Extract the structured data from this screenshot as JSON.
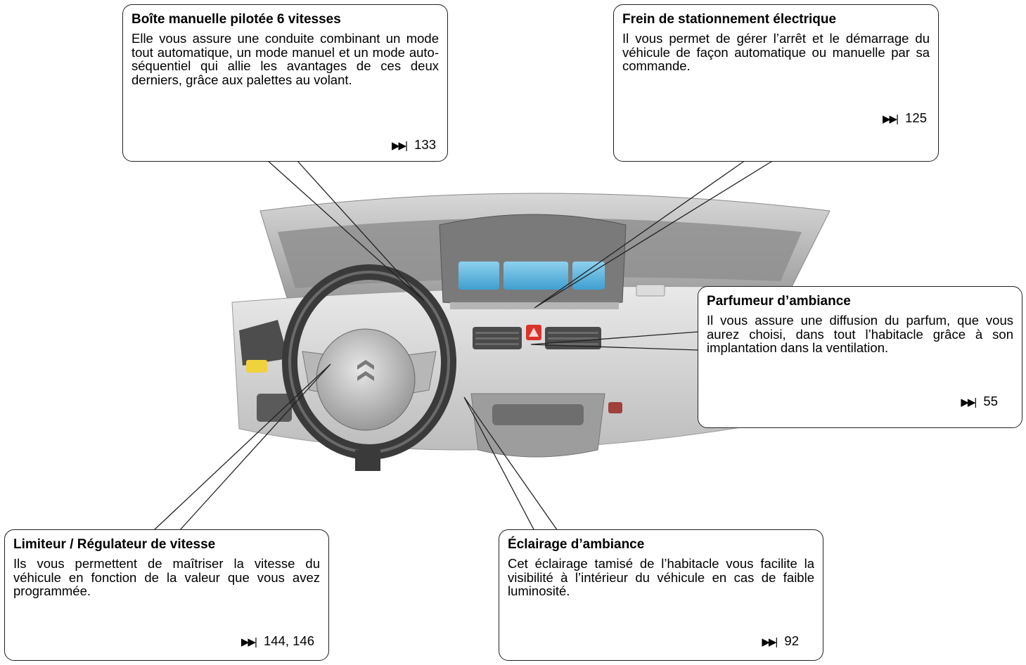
{
  "callouts": {
    "gearbox": {
      "title": "Boîte manuelle pilotée 6 vitesses",
      "text": "Elle vous assure une conduite combinant un mode tout automatique, un mode manuel et un mode auto-séquentiel qui allie les avantages de ces deux derniers, grâce aux palettes au volant.",
      "page": "133"
    },
    "parking_brake": {
      "title": "Frein de stationnement électrique",
      "text": "Il vous permet de gérer l’arrêt et le démarrage du véhicule de façon automatique ou manuelle par sa commande.",
      "page": "125"
    },
    "perfume": {
      "title": "Parfumeur d’ambiance",
      "text": "Il vous assure une diffusion du parfum, que vous aurez choisi, dans tout l’habitacle grâce à son implantation dans la ventilation.",
      "page": "55"
    },
    "speed_limiter": {
      "title": "Limiteur / Régulateur de vitesse",
      "text": "Ils vous permettent de maîtriser la vitesse du véhicule en fonction de la valeur que vous avez programmée.",
      "page": "144, 146"
    },
    "ambient_light": {
      "title": "Éclairage d’ambiance",
      "text": "Cet éclairage tamisé de l’habitacle vous facilite la visibilité à l’intérieur du véhicule en cas de faible luminosité.",
      "page": "92"
    }
  },
  "icons": {
    "page_ref": "fast-forward-icon"
  },
  "colors": {
    "dashboard": "#c9c9c9",
    "display": "#5fb6de",
    "hazard": "#d9332b",
    "accent_button": "#f0d23c"
  }
}
